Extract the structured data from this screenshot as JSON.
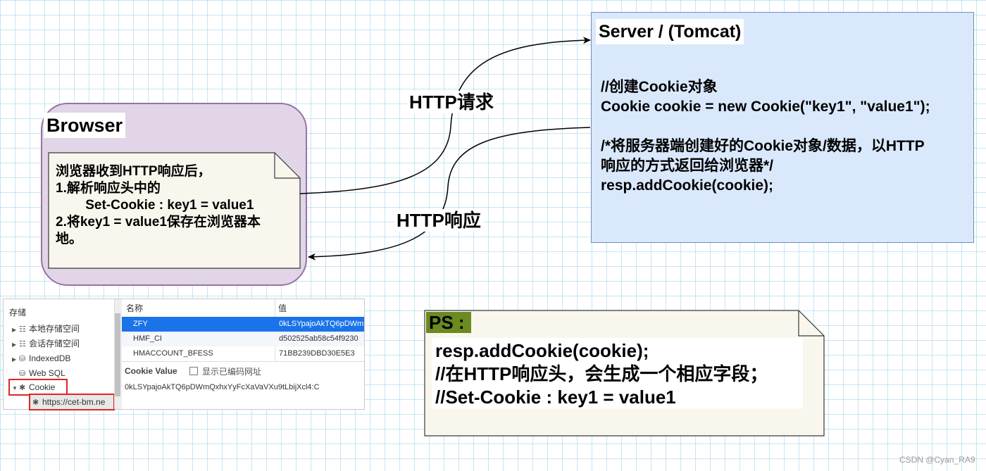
{
  "browser": {
    "title": "Browser",
    "note_lines": [
      "浏览器收到HTTP响应后，",
      "1.解析响应头中的",
      "        Set-Cookie : key1 = value1",
      "2.将key1 = value1保存在浏览器本",
      "地。"
    ]
  },
  "server": {
    "title": "Server / (Tomcat)",
    "code_lines": [
      "//创建Cookie对象",
      "Cookie cookie = new Cookie(\"key1\", \"value1\");",
      "",
      "/*将服务器端创建好的Cookie对象/数据，以HTTP",
      "响应的方式返回给浏览器*/",
      "resp.addCookie(cookie);"
    ]
  },
  "edges": {
    "request_label": "HTTP请求",
    "response_label": "HTTP响应"
  },
  "ps": {
    "title": "PS :",
    "lines": [
      "resp.addCookie(cookie);",
      "//在HTTP响应头，会生成一个相应字段；",
      "//Set-Cookie : key1 = value1"
    ]
  },
  "devtools": {
    "storage_header": "存储",
    "tree_items": [
      {
        "label": "本地存储空间",
        "icon": "grid-icon",
        "expand": "collapsed"
      },
      {
        "label": "会话存储空间",
        "icon": "grid-icon",
        "expand": "collapsed"
      },
      {
        "label": "IndexedDB",
        "icon": "database-icon",
        "expand": "collapsed"
      },
      {
        "label": "Web SQL",
        "icon": "database-icon",
        "expand": "none"
      },
      {
        "label": "Cookie",
        "icon": "cookie-icon",
        "expand": "expanded"
      },
      {
        "label": "https://cet-bm.ne",
        "icon": "cookie-icon",
        "expand": "none"
      }
    ],
    "columns": [
      "名称",
      "值"
    ],
    "rows": [
      {
        "name": "ZFY",
        "value": "0kLSYpajoAkTQ6pDWm"
      },
      {
        "name": "HMF_CI",
        "value": "d502525ab58c54f9230"
      },
      {
        "name": "HMACCOUNT_BFESS",
        "value": "71BB239DBD30E5E3"
      }
    ],
    "cookie_value_label": "Cookie Value",
    "decode_checkbox_label": "显示已编码网址",
    "cookie_value": "0kLSYpajoAkTQ6pDWmQxhxYyFcXaVaVXu9tLbijXcl4:C"
  },
  "watermark": "CSDN @Cyan_RA9",
  "colors": {
    "browser_fill": "#e1d5e7",
    "browser_border": "#9673a6",
    "server_fill": "#dae8fc",
    "server_border": "#6c8ebf",
    "note_fill": "#f9f7ed",
    "ps_title_fill": "#6b8a1f",
    "selected_row": "#1a73e8",
    "highlight_border": "#e02424"
  }
}
